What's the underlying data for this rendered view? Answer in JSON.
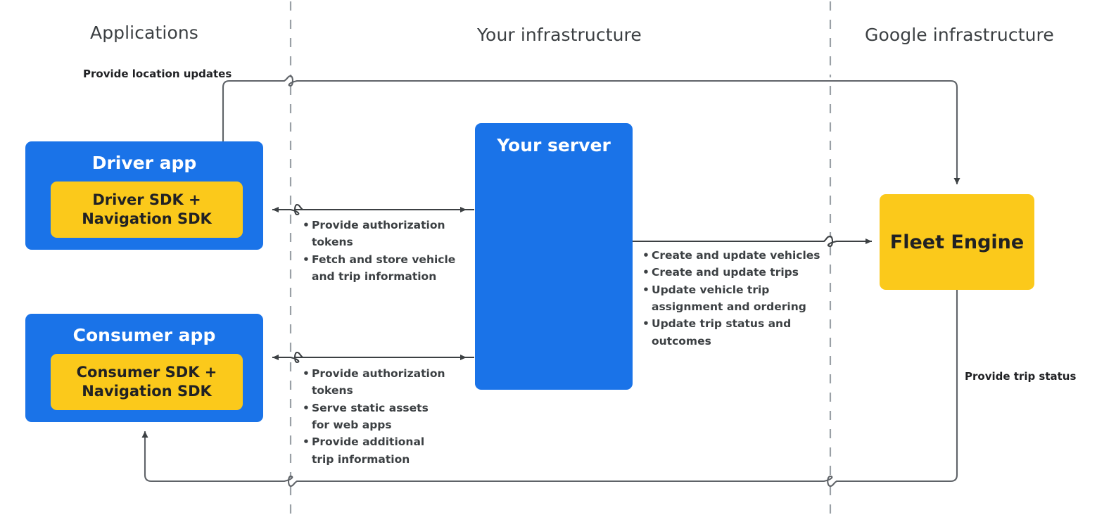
{
  "zones": [
    {
      "id": "applications",
      "label": "Applications"
    },
    {
      "id": "your-infrastructure",
      "label": "Your infrastructure"
    },
    {
      "id": "google-infrastructure",
      "label": "Google infrastructure"
    }
  ],
  "nodes": {
    "driver_app": {
      "title": "Driver app",
      "sdk": "Driver SDK +\nNavigation SDK"
    },
    "consumer_app": {
      "title": "Consumer app",
      "sdk": "Consumer SDK +\nNavigation SDK"
    },
    "your_server": {
      "title": "Your server"
    },
    "fleet_engine": {
      "title": "Fleet Engine"
    }
  },
  "edges": {
    "provide_location_updates": "Provide location updates",
    "provide_trip_status": "Provide trip status",
    "driver_to_server": [
      "Provide authorization\ntokens",
      "Fetch and store vehicle\nand trip information"
    ],
    "consumer_to_server": [
      "Provide authorization\ntokens",
      "Serve static assets\nfor web apps",
      "Provide additional\ntrip information"
    ],
    "server_to_fleet": [
      "Create and update vehicles",
      "Create and update trips",
      "Update vehicle trip\nassignment and ordering",
      "Update trip status and\noutcomes"
    ]
  },
  "colors": {
    "app_blue": "#1a73e8",
    "sdk_yellow": "#fbc91b",
    "line_gray": "#5f6368",
    "divider_gray": "#9aa0a6",
    "text_dark": "#202124",
    "zone_title": "#3c4043"
  }
}
